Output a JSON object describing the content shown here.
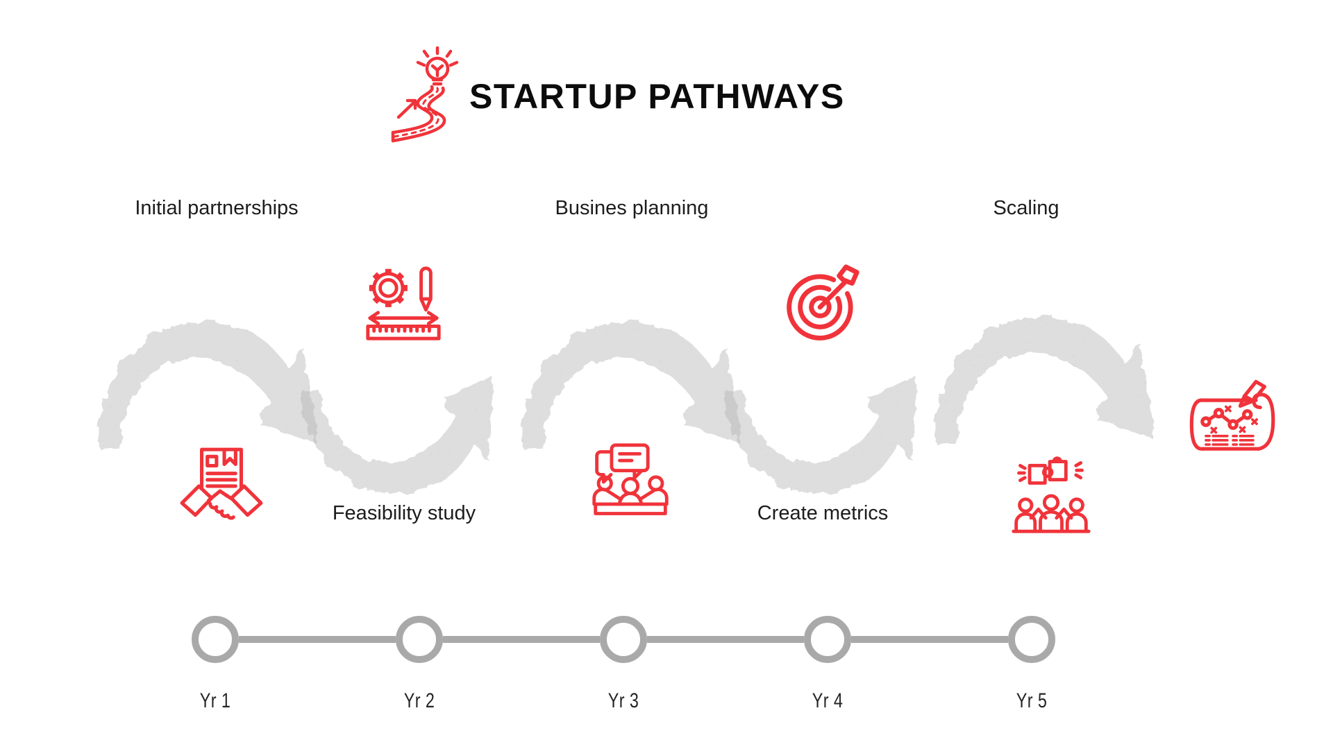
{
  "title": {
    "text": "STARTUP PATHWAYS",
    "icon": "startup-roadmap-icon"
  },
  "colors": {
    "accent_red": "#f0333a",
    "arrow_gray": "#7e7e7e",
    "timeline_gray": "#a9a9a9",
    "text_dark": "#1c1c1e"
  },
  "stages": [
    {
      "label": "Initial partnerships",
      "label_position": "top",
      "icon": "contract-handshake-icon"
    },
    {
      "label": "Feasibility study",
      "label_position": "bottom",
      "icon": "gear-pencil-ruler-icon"
    },
    {
      "label": "Busines planning",
      "label_position": "top",
      "icon": "team-meeting-icon"
    },
    {
      "label": "Create metrics",
      "label_position": "bottom",
      "icon": "target-dart-icon"
    },
    {
      "label": "Scaling",
      "label_position": "top",
      "icon": "team-puzzle-icon"
    }
  ],
  "outcome_icon": "business-roadmap-scroll-icon",
  "timeline": {
    "years": [
      "Yr 1",
      "Yr 2",
      "Yr 3",
      "Yr 4",
      "Yr 5"
    ]
  }
}
